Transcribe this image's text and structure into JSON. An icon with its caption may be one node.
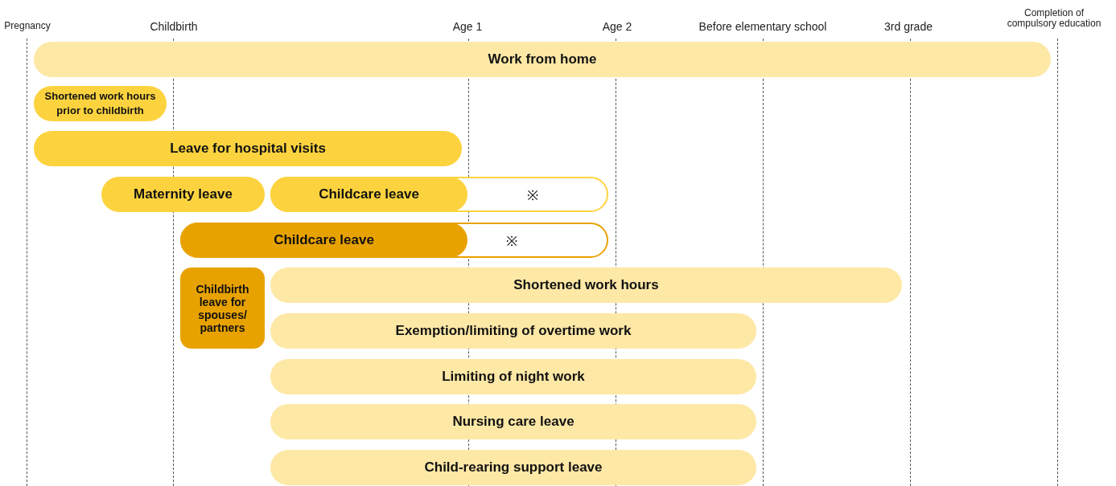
{
  "diagram": {
    "nodes": [
      {
        "text": [
          "Work from home"
        ]
      },
      {
        "text": [
          "Shortened work hours prior to childbirth"
        ]
      },
      {
        "text": [
          "Leave for hospital visits"
        ]
      },
      {
        "text": [
          "Maternity leave"
        ]
      },
      {
        "text": [
          "※"
        ]
      },
      {
        "text": [
          "Childcare leave"
        ],
        "in": 4
      },
      {
        "text": [
          "※"
        ]
      },
      {
        "text": [
          "Childcare leave"
        ],
        "in": 6
      },
      {
        "text": [
          "Childbirth leave for spouses/ partners"
        ]
      },
      {
        "text": [
          "Shortened work hours"
        ]
      },
      {
        "text": [
          "Exemption/limiting of overtime work"
        ]
      },
      {
        "text": [
          "Limiting of night work"
        ]
      },
      {
        "text": [
          "Nursing care leave"
        ]
      },
      {
        "text": [
          "Child-rearing support leave"
        ]
      }
    ],
    "labels": [
      "Pregnancy",
      "Childbirth",
      "Age 1",
      "Age 2",
      "Before elementary school",
      "3rd grade",
      "Completion of compulsory education"
    ]
  }
}
